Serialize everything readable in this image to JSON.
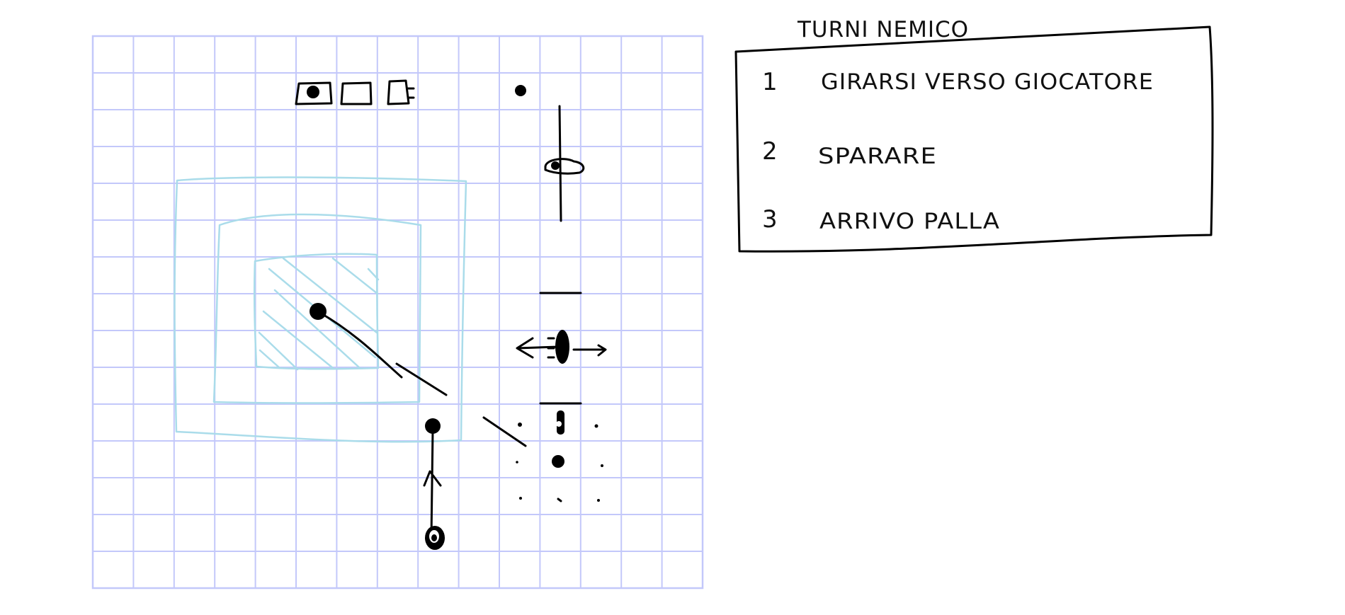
{
  "notes": {
    "title": "TURNI NEMICO",
    "items": [
      {
        "number": "1",
        "text": "GIRARSI VERSO GIOCATORE"
      },
      {
        "number": "2",
        "text": "SPARARE"
      },
      {
        "number": "3",
        "text": "ARRIVO PALLA"
      }
    ]
  },
  "grid": {
    "columns": 15,
    "rows": 15
  },
  "colors": {
    "grid_line": "#c3c8fa",
    "zone_outline": "#aadcea",
    "ink": "#000000"
  }
}
